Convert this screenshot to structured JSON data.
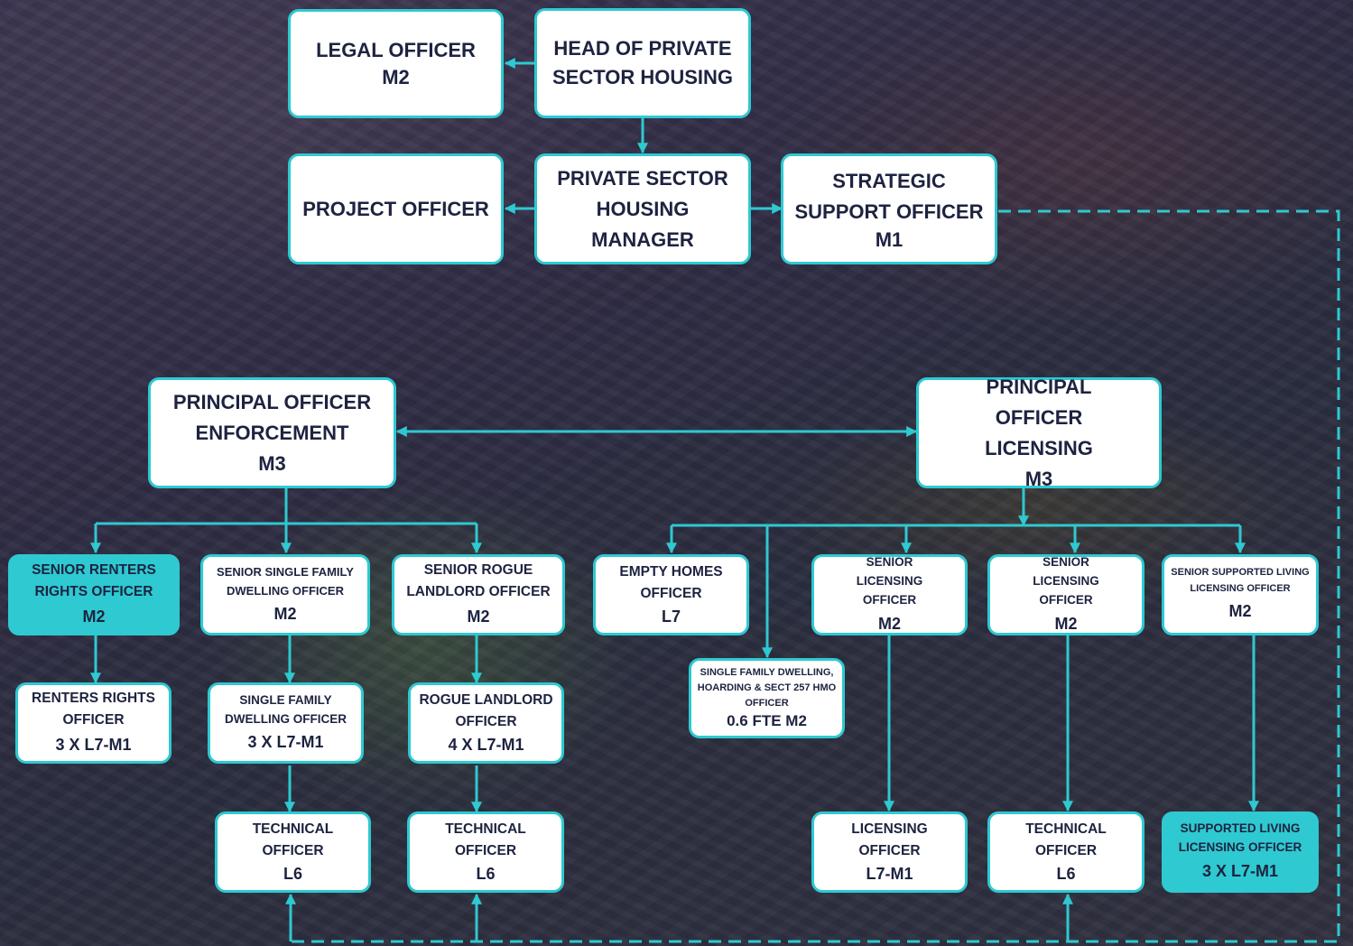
{
  "colors": {
    "accent": "#2ec9d1",
    "box_fill": "#ffffff",
    "text": "#1d2340"
  },
  "boxes": {
    "head": {
      "title": "HEAD OF PRIVATE SECTOR HOUSING"
    },
    "legal": {
      "title": "LEGAL OFFICER",
      "grade": "M2"
    },
    "manager": {
      "title": "PRIVATE SECTOR HOUSING MANAGER"
    },
    "project": {
      "title": "PROJECT OFFICER"
    },
    "strategic": {
      "title": "STRATEGIC SUPPORT OFFICER",
      "grade": "M1"
    },
    "po_enforcement": {
      "title": "PRINCIPAL OFFICER ENFORCEMENT",
      "grade": "M3"
    },
    "po_licensing": {
      "title": "PRINCIPAL OFFICER LICENSING",
      "grade": "M3"
    },
    "senior_renters": {
      "title": "SENIOR RENTERS RIGHTS OFFICER",
      "grade": "M2"
    },
    "senior_single_family": {
      "title": "SENIOR SINGLE FAMILY DWELLING  OFFICER",
      "grade": "M2"
    },
    "senior_rogue": {
      "title": "SENIOR ROGUE LANDLORD OFFICER",
      "grade": "M2"
    },
    "empty_homes": {
      "title": "EMPTY HOMES OFFICER",
      "grade": "L7"
    },
    "senior_licensing_1": {
      "title": "SENIOR LICENSING OFFICER",
      "grade": "M2"
    },
    "senior_licensing_2": {
      "title": "SENIOR LICENSING OFFICER",
      "grade": "M2"
    },
    "senior_supported": {
      "title": "SENIOR SUPPORTED LIVING LICENSING OFFICER",
      "grade": "M2"
    },
    "renters_rights": {
      "title": "RENTERS RIGHTS OFFICER",
      "grade": "3 X L7-M1"
    },
    "single_family": {
      "title": "SINGLE FAMILY DWELLING  OFFICER",
      "grade": "3 X L7-M1"
    },
    "rogue_landlord": {
      "title": "ROGUE LANDLORD OFFICER",
      "grade": "4 X L7-M1"
    },
    "sfd_hoarding": {
      "title": "SINGLE FAMILY DWELLING, HOARDING & SECT 257 HMO OFFICER",
      "grade": "0.6 FTE M2"
    },
    "technical_1": {
      "title": "TECHNICAL OFFICER",
      "grade": "L6"
    },
    "technical_2": {
      "title": "TECHNICAL OFFICER",
      "grade": "L6"
    },
    "licensing_officer": {
      "title": "LICENSING OFFICER",
      "grade": "L7-M1"
    },
    "technical_3": {
      "title": "TECHNICAL OFFICER",
      "grade": "L6"
    },
    "supported_living": {
      "title": "SUPPORTED LIVING LICENSING OFFICER",
      "grade": "3 X L7-M1"
    }
  }
}
